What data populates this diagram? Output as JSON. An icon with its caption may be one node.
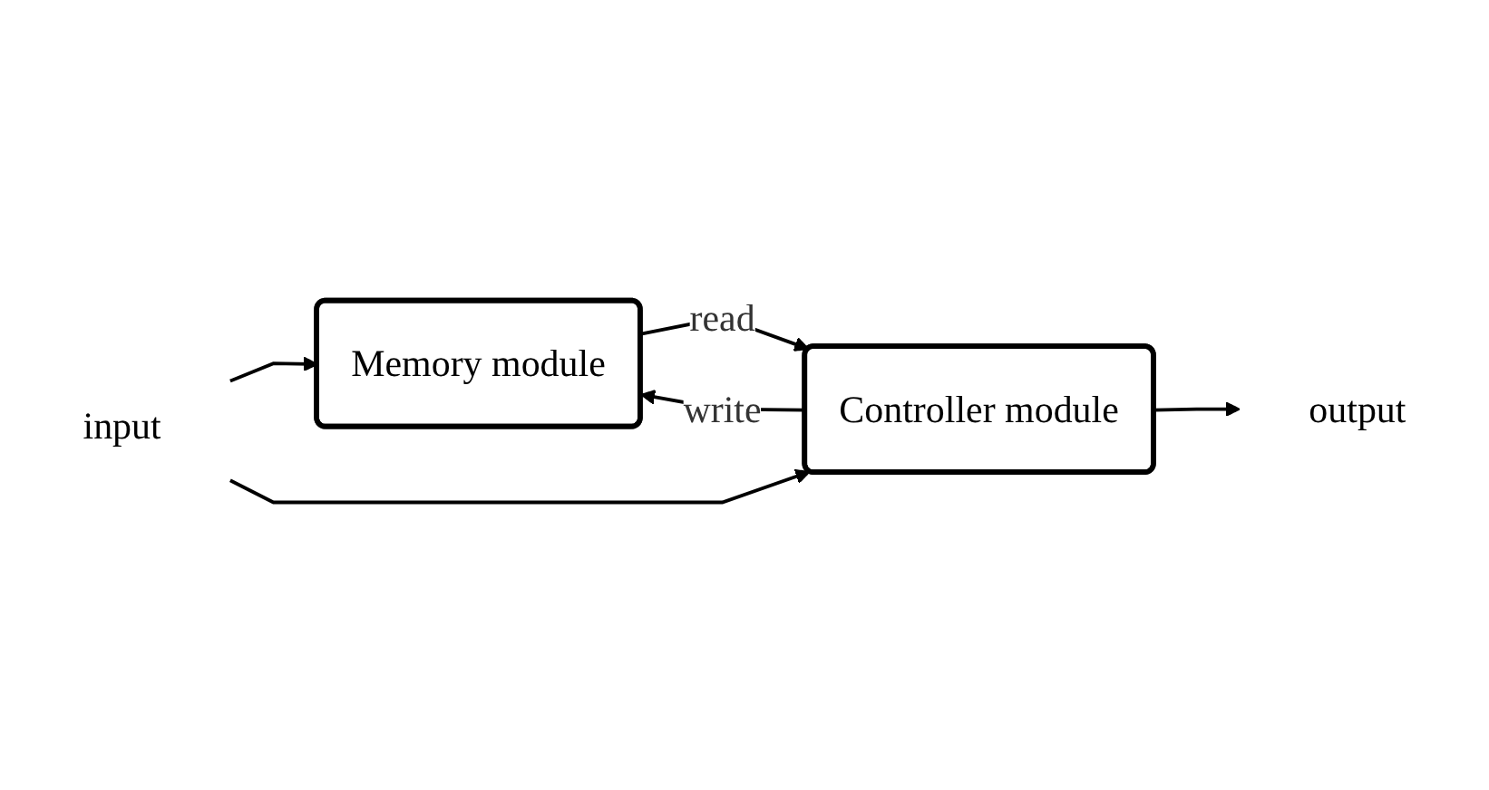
{
  "diagram": {
    "nodes": [
      {
        "text": [
          "Memory module"
        ]
      },
      {
        "text": [
          "Controller module"
        ]
      },
      {
        "text": [
          "output"
        ]
      },
      {
        "text": [
          "input"
        ]
      }
    ],
    "edges": [
      {
        "from": 0,
        "to": 1,
        "label": "read",
        "arrow": "to"
      },
      {
        "from": 1,
        "to": 0,
        "label": "write",
        "arrow": "to"
      },
      {
        "from": 1,
        "to": 2,
        "arrow": "to"
      },
      {
        "from": 3,
        "to": 0,
        "arrow": "to"
      },
      {
        "from": 3,
        "to": 1,
        "arrow": "to"
      }
    ]
  }
}
